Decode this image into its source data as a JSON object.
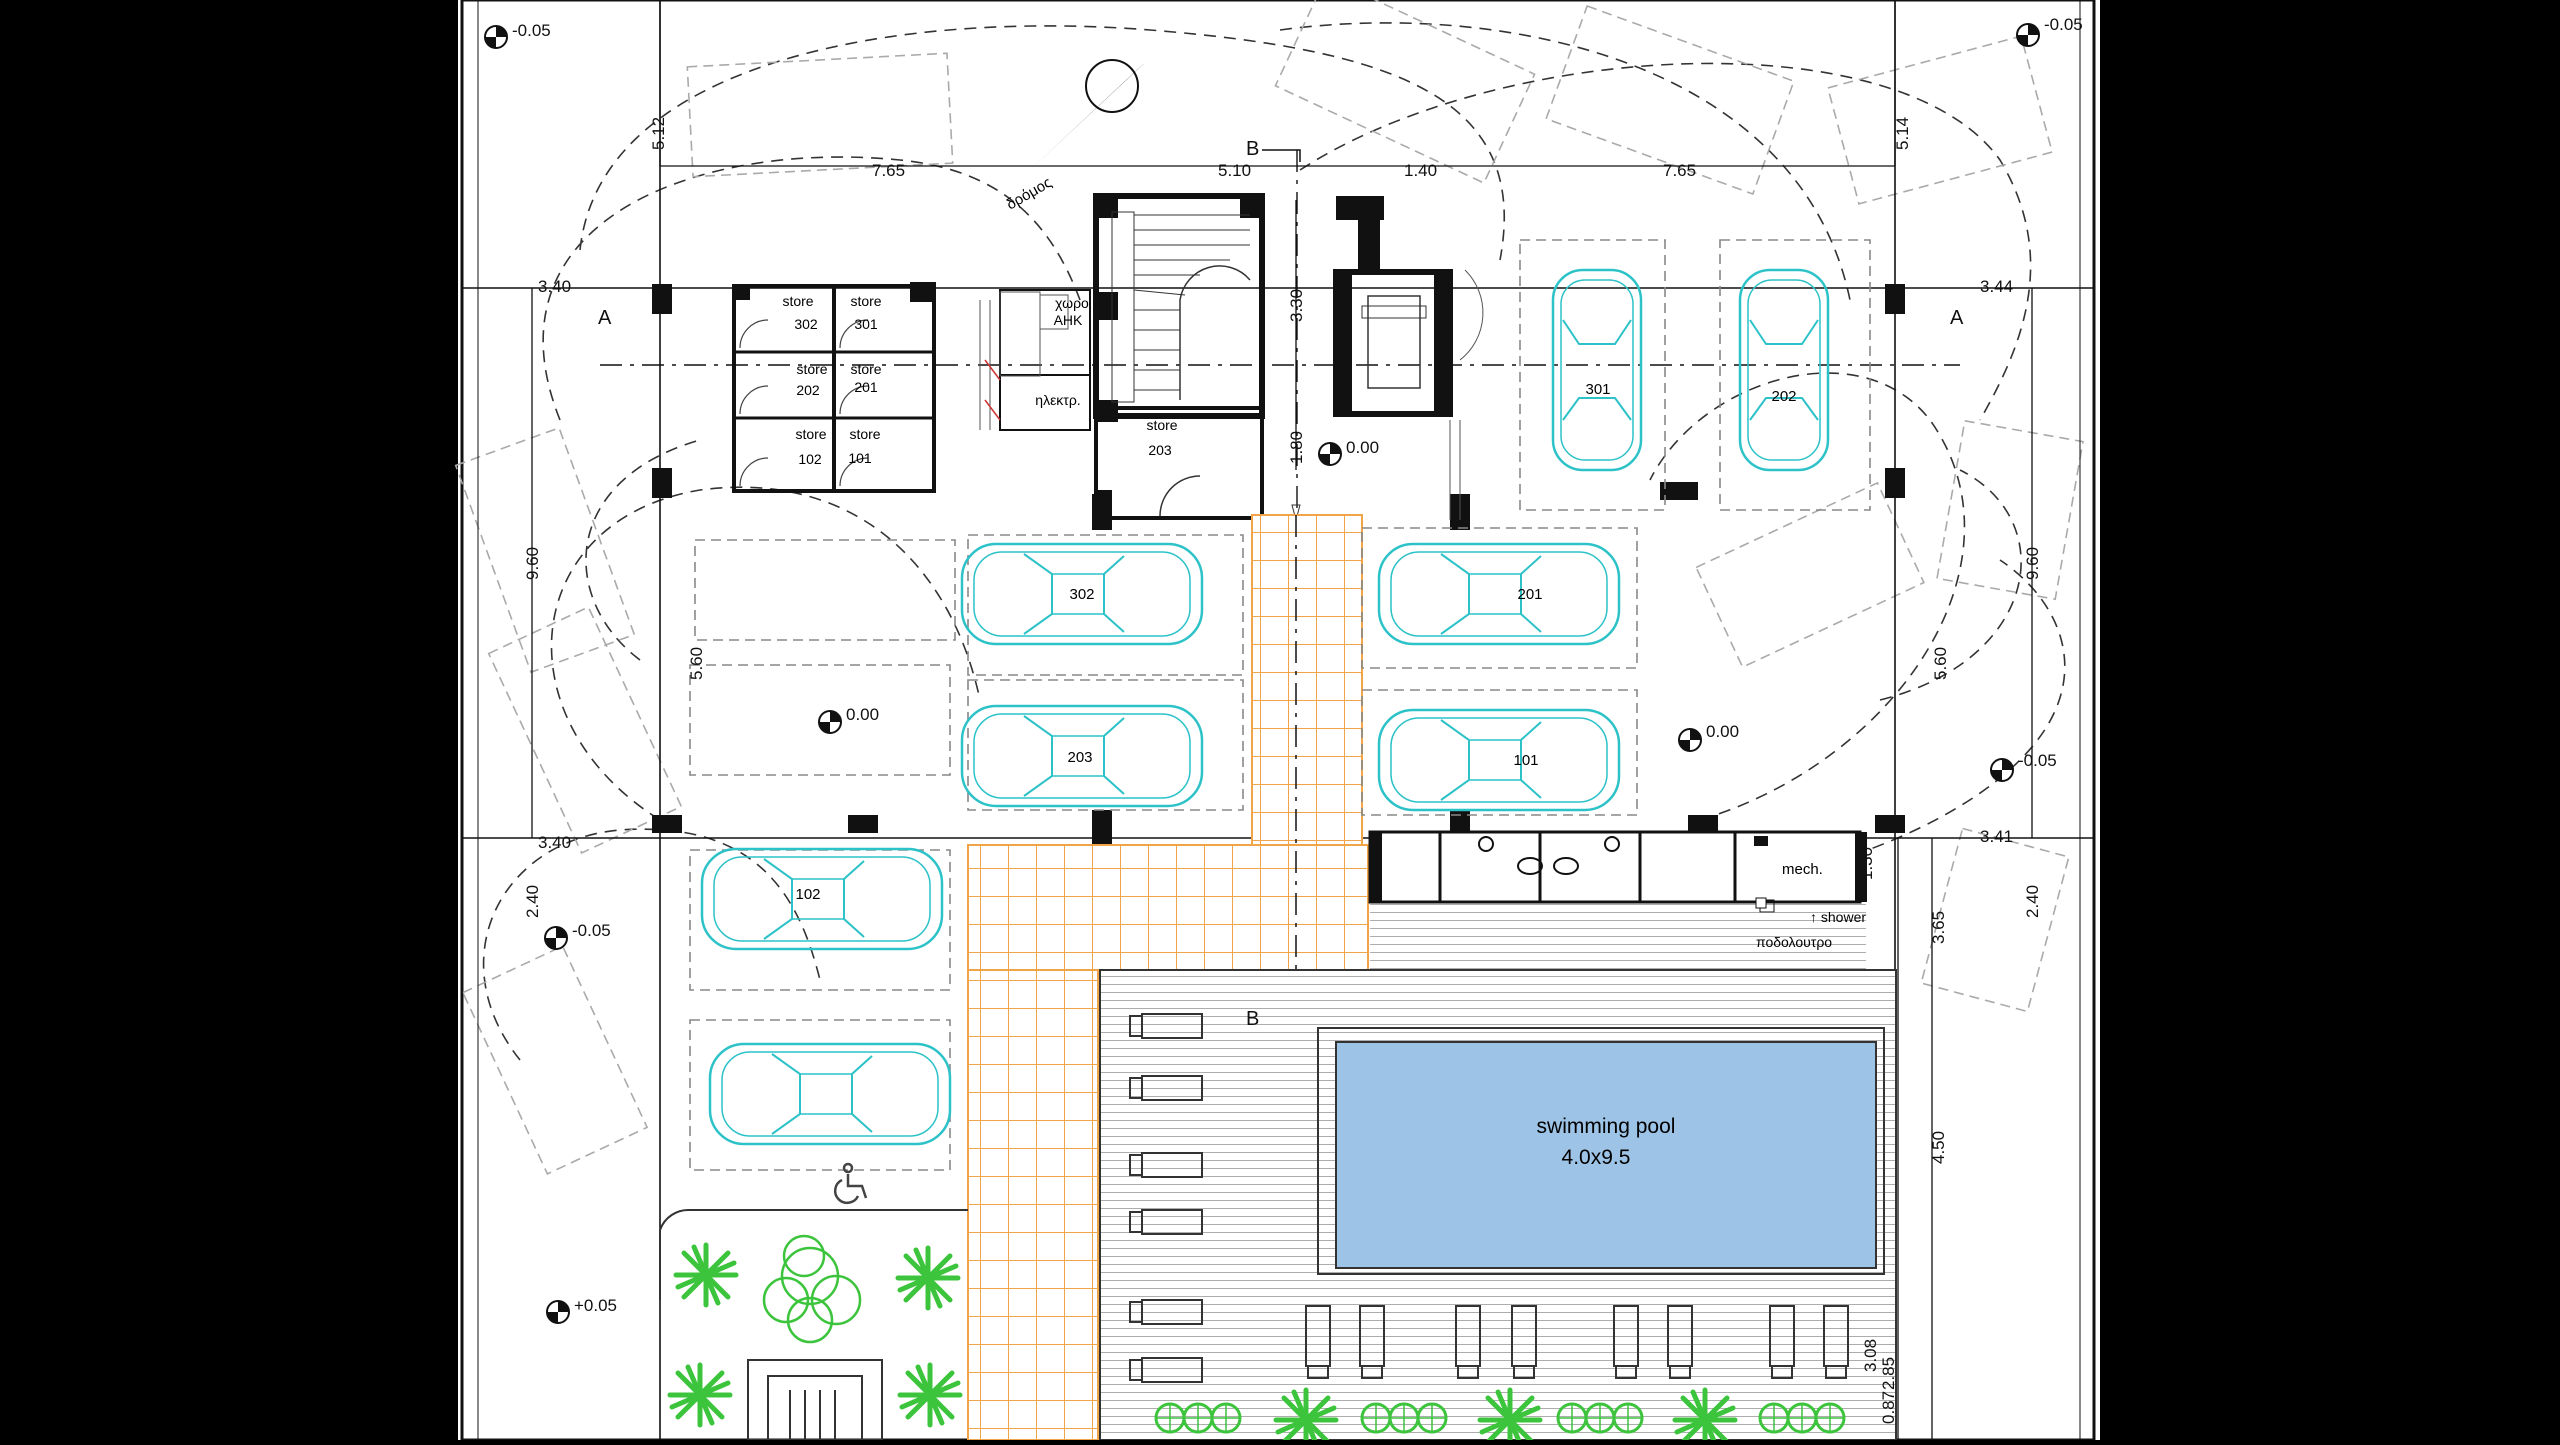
{
  "plan": {
    "levels": {
      "tl": "-0.05",
      "tr": "-0.05",
      "lobby": "0.00",
      "left_court": "0.00",
      "right_court": "0.00",
      "right_side": "-0.05",
      "left_side": "-0.05",
      "garden": "+0.05"
    },
    "dims": {
      "top_left": "7.65",
      "top_mid": "5.10",
      "top_140": "1.40",
      "top_right": "7.65",
      "left_top": "5.12",
      "right_top": "5.14",
      "row1_left": "3.40",
      "row1_right": "3.44",
      "row2_left": "3.40",
      "row2_right": "3.41",
      "v_left_960": "9.60",
      "v_right_960": "9.60",
      "v_left_560": "5.60",
      "v_right_560": "5.60",
      "v_left_240": "2.40",
      "v_right_240": "2.40",
      "stair_330": "3.30",
      "stair_180": "1.80",
      "pool_130": "1.30",
      "pool_365": "3.65",
      "pool_450": "4.50",
      "pool_308": "3.08",
      "pool_285": "2.85",
      "pool_087": "0.87"
    },
    "section_marks": {
      "a_left": "A",
      "a_right": "A",
      "b_top": "B",
      "b_bottom": "B"
    },
    "road": "δρόμος",
    "stores": [
      {
        "name": "store",
        "num": "302"
      },
      {
        "name": "store",
        "num": "301"
      },
      {
        "name": "store",
        "num": "202"
      },
      {
        "name": "store",
        "num": "201"
      },
      {
        "name": "store",
        "num": "102"
      },
      {
        "name": "store",
        "num": "101"
      },
      {
        "name": "store",
        "num": "203"
      }
    ],
    "rooms": {
      "ahk1": "χωρο",
      "ahk2": "AHK",
      "elec": "ηλεκτρ.",
      "mech": "mech.",
      "shower": "↑ shower",
      "footbath": "ποδολουτρο"
    },
    "cars": [
      "301",
      "202",
      "302",
      "201",
      "203",
      "101",
      "102"
    ],
    "pool": {
      "title": "swimming pool",
      "size": "4.0x9.5"
    },
    "colors": {
      "paper": "#ffffff",
      "line": "#222222",
      "car": "#2cc2c8",
      "paving": "#f2a548",
      "pool": "#9dc3e6",
      "tree": "#3dc43d"
    }
  }
}
